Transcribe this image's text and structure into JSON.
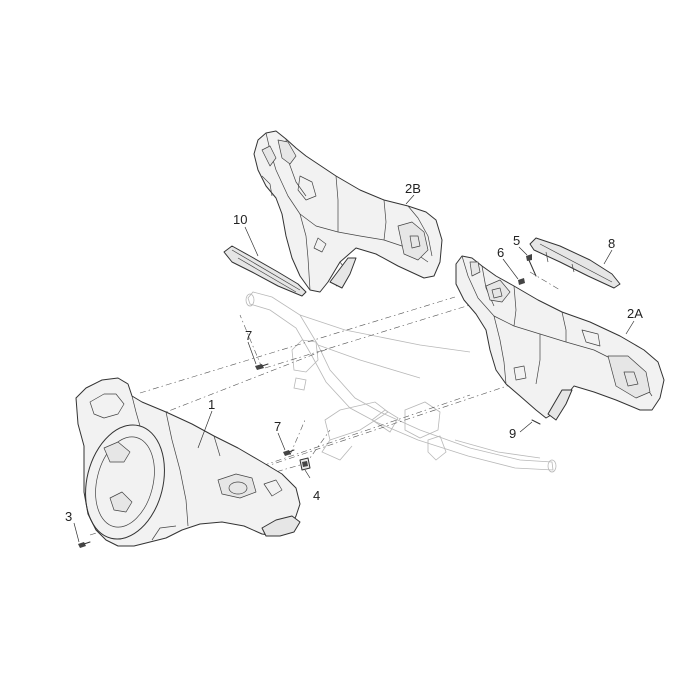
{
  "diagram": {
    "callouts": [
      "1",
      "2A",
      "2B",
      "3",
      "4",
      "5",
      "6",
      "7",
      "7",
      "8",
      "9",
      "10"
    ]
  }
}
